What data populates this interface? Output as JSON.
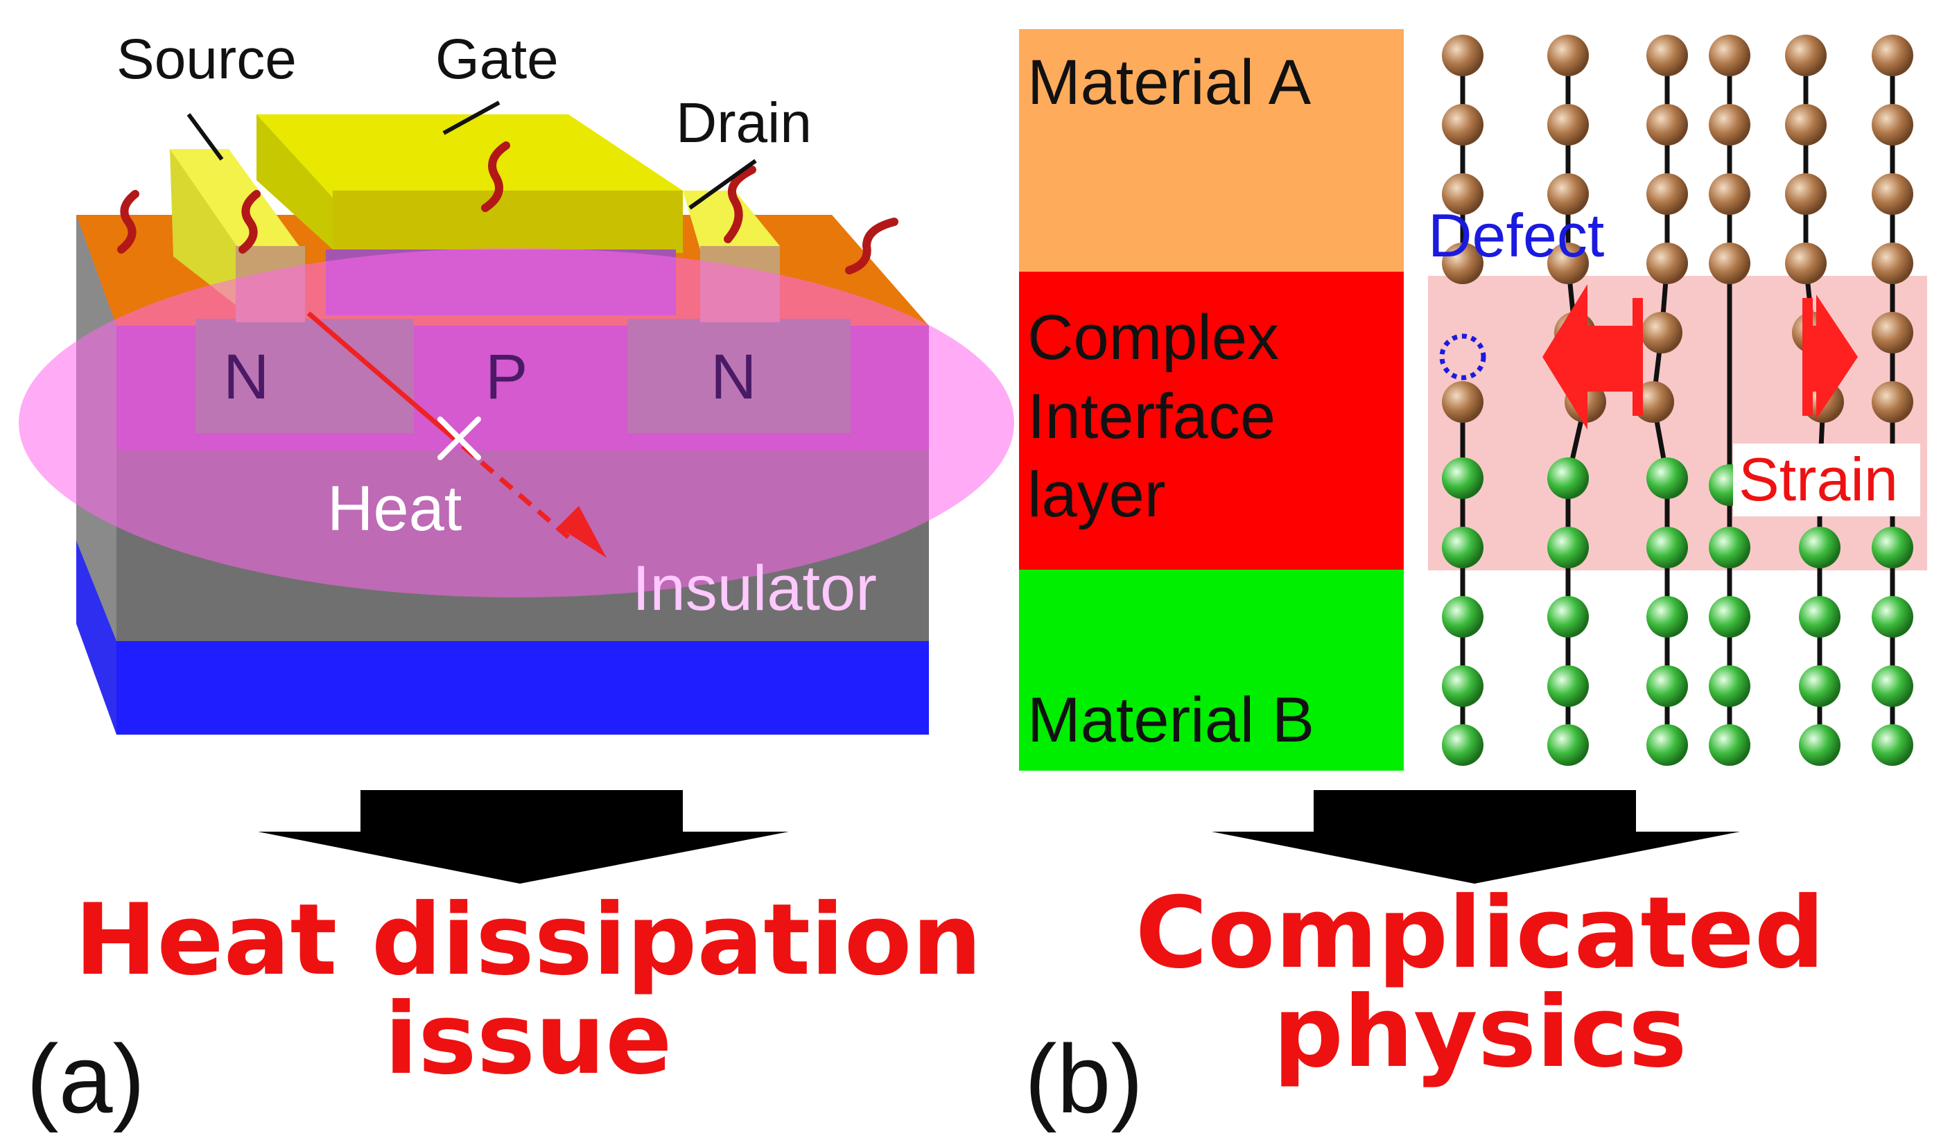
{
  "panel_a": {
    "panel_label": "(a)",
    "labels": {
      "source": "Source",
      "gate": "Gate",
      "drain": "Drain",
      "n_left": "N",
      "p": "P",
      "n_right": "N",
      "heat": "Heat",
      "insulator": "Insulator"
    },
    "conclusion_line1": "Heat dissipation",
    "conclusion_line2": "issue"
  },
  "panel_b": {
    "panel_label": "(b)",
    "layers": {
      "material_a": "Material A",
      "interface_line1": "Complex",
      "interface_line2": "Interface",
      "interface_line3": "layer",
      "material_b": "Material B"
    },
    "labels": {
      "defect": "Defect",
      "strain": "Strain"
    },
    "conclusion_line1": "Complicated",
    "conclusion_line2": "physics"
  },
  "colors": {
    "gate_yellow": "#e8e800",
    "source_drain_yellow": "#f2f24a",
    "substrate_orange": "#e8780a",
    "n_region": "#6e8a6e",
    "p_region": "#a24aa8",
    "insulator_gray": "#707070",
    "substrate_blue": "#1e1eff",
    "ellipse_pink": "#ff7ff0",
    "heat_red": "#ee2222",
    "wave_red": "#b21818",
    "material_a_orange": "#ffab5c",
    "interface_red": "#ff0000",
    "material_b_green": "#00ee00",
    "atom_brown": "#b0784a",
    "atom_green": "#3dbb3d",
    "strain_band": "#f8c8c8",
    "defect_blue": "#1a1ae0",
    "conclusion_red": "#ee1111"
  }
}
